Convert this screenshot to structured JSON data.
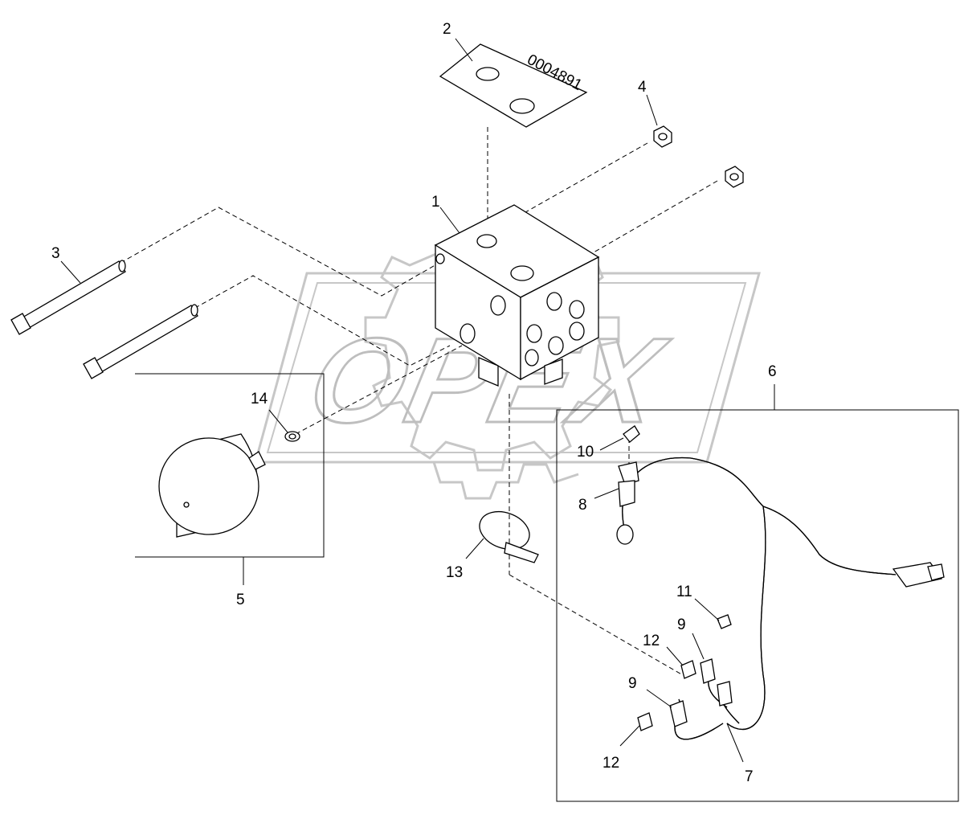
{
  "diagram": {
    "watermark": "OPEX",
    "decal_code": "0004891",
    "callouts": {
      "c1": "1",
      "c2": "2",
      "c3": "3",
      "c4": "4",
      "c5": "5",
      "c6": "6",
      "c7": "7",
      "c8": "8",
      "c9a": "9",
      "c9b": "9",
      "c10": "10",
      "c11": "11",
      "c12a": "12",
      "c12b": "12",
      "c13": "13",
      "c14": "14"
    }
  }
}
